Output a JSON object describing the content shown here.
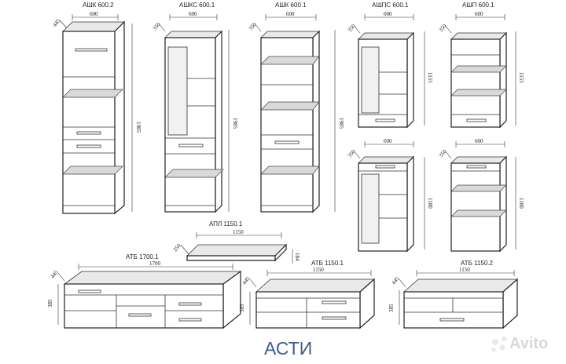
{
  "diagram": {
    "title": "АСТИ",
    "watermark": "Avito",
    "units": [
      {
        "id": "ashk-600-2",
        "label": "АШК 600.2",
        "width": "600",
        "depth": "445",
        "height": "1985"
      },
      {
        "id": "ashks-600-1",
        "label": "АШКС 600.1",
        "width": "600",
        "depth": "350",
        "height": "1985"
      },
      {
        "id": "ashk-600-1",
        "label": "АШК 600.1",
        "width": "600",
        "depth": "350",
        "height": "1985"
      },
      {
        "id": "ashps-600-1",
        "label": "АШПС 600.1",
        "width": "600",
        "depth": "350",
        "height": "1155"
      },
      {
        "id": "ashp-600-1",
        "label": "АШП 600.1",
        "width": "600",
        "depth": "350",
        "height": "1155"
      },
      {
        "id": "lower-glass-cabinet",
        "label": "",
        "width": "600",
        "depth": "350",
        "height": "1180"
      },
      {
        "id": "lower-shelf-cabinet",
        "label": "",
        "width": "600",
        "depth": "350",
        "height": "1180"
      },
      {
        "id": "apl-1150-1",
        "label": "АПЛ 1150.1",
        "width": "1150",
        "depth": "250",
        "height": "184"
      },
      {
        "id": "atb-1700-1",
        "label": "АТБ 1700.1",
        "width": "1700",
        "depth": "445",
        "height": "385"
      },
      {
        "id": "atb-1150-1",
        "label": "АТБ 1150.1",
        "width": "1150",
        "depth": "445",
        "height": "385"
      },
      {
        "id": "atb-1150-2",
        "label": "АТБ 1150.2",
        "width": "1150",
        "depth": "445",
        "height": "385"
      }
    ]
  }
}
